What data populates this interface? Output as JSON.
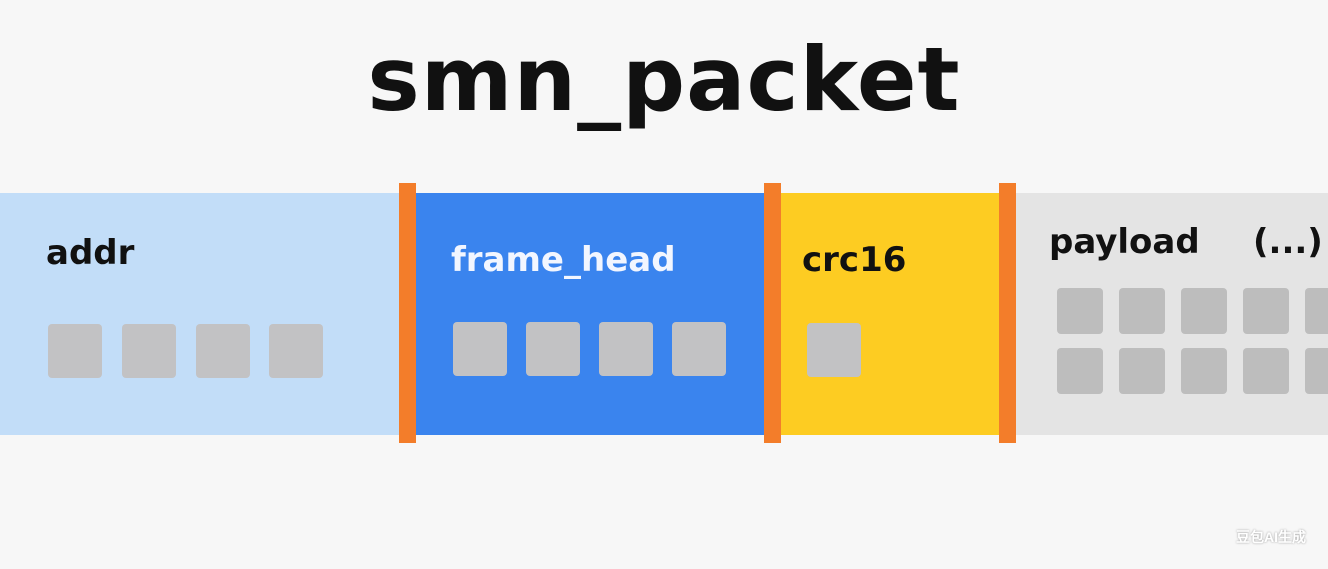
{
  "title": "smn_packet",
  "segments": [
    {
      "name": "addr",
      "color": "#c2ddf8",
      "label_color": "#111111",
      "rows": 1,
      "cols": 4
    },
    {
      "name": "frame_head",
      "color": "#3a84ee",
      "label_color": "#f2f6ff",
      "rows": 1,
      "cols": 4
    },
    {
      "name": "crc16",
      "color": "#fdcc22",
      "label_color": "#111111",
      "rows": 1,
      "cols": 1
    },
    {
      "name": "payload",
      "color": "#e4e4e4",
      "label_color": "#111111",
      "rows": 2,
      "cols": 5,
      "suffix": "(...)"
    }
  ],
  "colors": {
    "separator": "#f37d2a",
    "byte_square": "#c2c2c4",
    "byte_square_dark": "#bdbdbd"
  },
  "watermark": "豆包AI生成"
}
